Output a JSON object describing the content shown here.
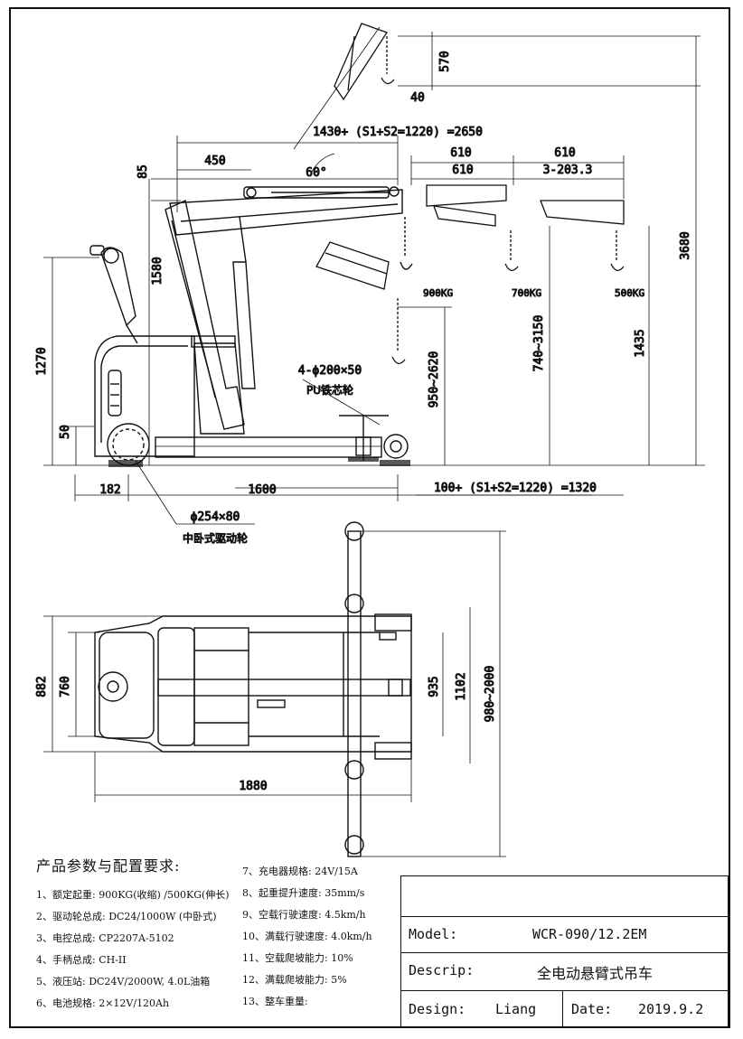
{
  "side_view": {
    "dims": {
      "top_570": "570",
      "top_40": "40",
      "reach_2650": "1430+ (S1+S2=1220) =2650",
      "d_450": "450",
      "d_85": "85",
      "angle_60": "60°",
      "d_610_a": "610",
      "d_610_b": "610",
      "d_610_c": "610",
      "d_3_203": "3-203.3",
      "d_1580": "1580",
      "d_1270": "1270",
      "d_50": "50",
      "d_182": "182",
      "d_1600": "1600",
      "d_1320": "100+ (S1+S2=1220) =1320",
      "d_950_2620": "950~2620",
      "d_740_3150": "740~3150",
      "d_1435": "1435",
      "d_3680": "3680"
    },
    "loads": {
      "l900": "900KG",
      "l700": "700KG",
      "l500": "500KG"
    },
    "wheel_note_line1": "4-ϕ200×50",
    "wheel_note_line2": "PU铁芯轮",
    "drive_wheel_line1": "ϕ254×80",
    "drive_wheel_line2": "中卧式驱动轮"
  },
  "top_view": {
    "dims": {
      "d_882": "882",
      "d_760": "760",
      "d_935": "935",
      "d_1102": "1102",
      "d_980_2000": "980~2000",
      "d_1880": "1880"
    }
  },
  "specs": {
    "title": "产品参数与配置要求:",
    "left": [
      "1、额定起重: 900KG(收缩) /500KG(伸长)",
      "2、驱动轮总成: DC24/1000W (中卧式)",
      "3、电控总成: CP2207A-5102",
      "4、手柄总成: CH-II",
      "5、液压站: DC24V/2000W, 4.0L油箱",
      "6、电池规格: 2×12V/120Ah"
    ],
    "right": [
      "7、充电器规格: 24V/15A",
      "8、起重提升速度: 35mm/s",
      "9、空载行驶速度: 4.5km/h",
      "10、满载行驶速度: 4.0km/h",
      "11、空载爬坡能力: 10%",
      "12、满载爬坡能力: 5%",
      "13、整车重量:"
    ]
  },
  "title_block": {
    "model_label": "Model:",
    "model_value": "WCR-090/12.2EM",
    "descrip_label": "Descrip:",
    "descrip_value": "全电动悬臂式吊车",
    "design_label": "Design:",
    "design_value": "Liang",
    "date_label": "Date:",
    "date_value": "2019.9.2"
  }
}
